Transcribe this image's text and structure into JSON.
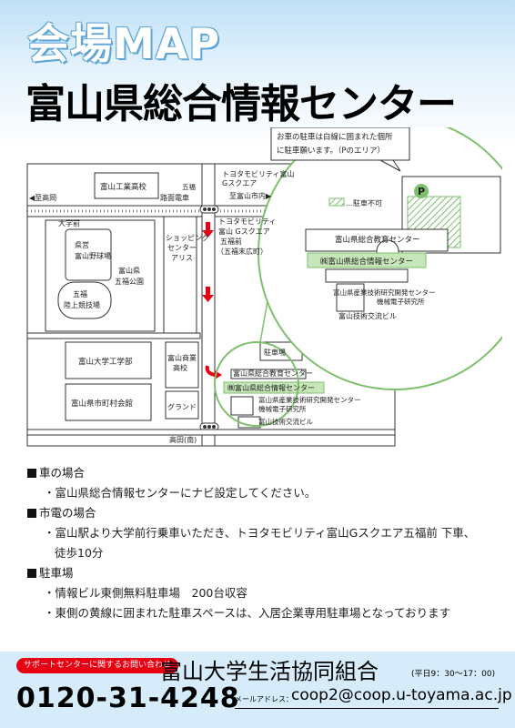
{
  "header": {
    "title_en": "会場MAP",
    "title_jp": "富山県総合情報センター"
  },
  "map": {
    "callout": [
      "お車の駐車は白線に囲まれた個所",
      "に駐車願います。（Pのエリア）"
    ],
    "parking_mark": "P",
    "no_parking_label": "…駐車不可",
    "zoom_education": "富山県総合教育センター",
    "zoom_info": "㈱富山県総合情報センター",
    "zoom_industry": [
      "富山県産業技術研究開発センター",
      "機械電子研究所"
    ],
    "zoom_exchange": "富山技術交流ビル",
    "to_takaoka": "◀至高岡",
    "to_toyama": "至富山市内▶",
    "industrial_school": "富山工業高校",
    "gofuku_station": "五福",
    "tram_label": "路面電車",
    "toyota_top": [
      "トヨタモビリティ富山",
      "Gスクエア"
    ],
    "daigakumae": "大学前",
    "baseball": [
      "県営",
      "富山野球場"
    ],
    "gofuku_park": [
      "富山県",
      "五福公園"
    ],
    "stadium": [
      "五福",
      "陸上競技場"
    ],
    "shopping": [
      "ショッピング",
      "センター",
      "アリス"
    ],
    "toyota_stop": [
      "トヨタモビリティ",
      "富山 Gスクエア",
      "五福前",
      "（五福末広町）"
    ],
    "engineering": "富山大学工学部",
    "shoko": [
      "富山商業",
      "高校"
    ],
    "parking_lot": "駐車場",
    "education": "富山県総合教育センター",
    "info_center": "㈱富山県総合情報センター",
    "industry": [
      "富山県産業技術研究開発センター",
      "機械電子研究所"
    ],
    "exchange": "富山技術交流ビル",
    "municipal": "富山県市町村会館",
    "ground": "グランド",
    "takada": "高田(南)"
  },
  "info": {
    "car_heading": "車の場合",
    "car_text": "・富山県総合情報センターにナビ設定してください。",
    "tram_heading": "市電の場合",
    "tram_text1": "・富山駅より大学前行乗車いただき、トヨタモビリティ富山Gスクエア五福前 下車、",
    "tram_text2": "徒歩10分",
    "parking_heading": "駐車場",
    "parking_text1": "・情報ビル東側無料駐車場　200台収容",
    "parking_text2": "・東側の黄線に囲まれた駐車スペースは、入居企業専用駐車場となっております"
  },
  "footer": {
    "support": "サポートセンターに関するお問い合わせ",
    "coop": "富山大学生活協同組合",
    "hours": "(平日9：30〜17：00)",
    "phone": "0120-31-4248",
    "mail_label": "メールアドレス：",
    "mail": "coop2@coop.u-toyama.ac.jp"
  },
  "colors": {
    "accent_blue": "#5fa6d6",
    "green": "#7dc06c",
    "red": "#e60012"
  }
}
